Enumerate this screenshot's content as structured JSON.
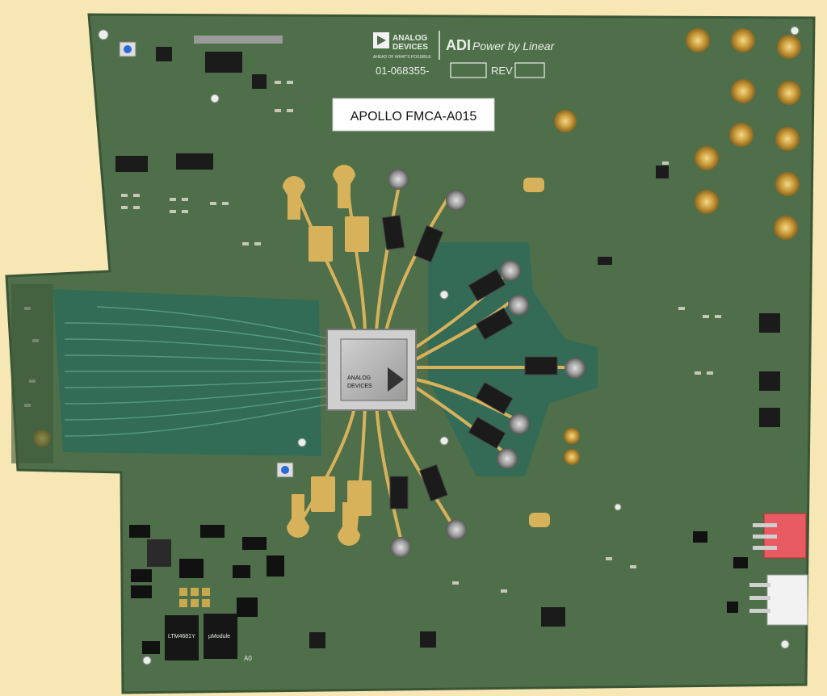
{
  "board": {
    "label": "APOLLO FMCA-A015",
    "part_number": "01-068355-",
    "rev_label": "REV",
    "logo_main_line1": "ANALOG",
    "logo_main_line2": "DEVICES",
    "logo_tagline": "AHEAD OF WHAT'S POSSIBLE",
    "logo_adi": "ADI",
    "logo_power": "Power by Linear",
    "chip_line1": "ANALOG",
    "chip_line2": "DEVICES",
    "module_text_1": "LTM4681Y",
    "module_text_2": "µModule",
    "corner_mark": "A0"
  },
  "colors": {
    "background": "#f6e7b5",
    "pcb": "#4f6f4a",
    "pcb_dark": "#3d5a3a",
    "copper_gold": "#d8b25a",
    "chip_silver": "#b9b9b9",
    "label_white": "#ffffff",
    "connector_red": "#e85b62"
  }
}
